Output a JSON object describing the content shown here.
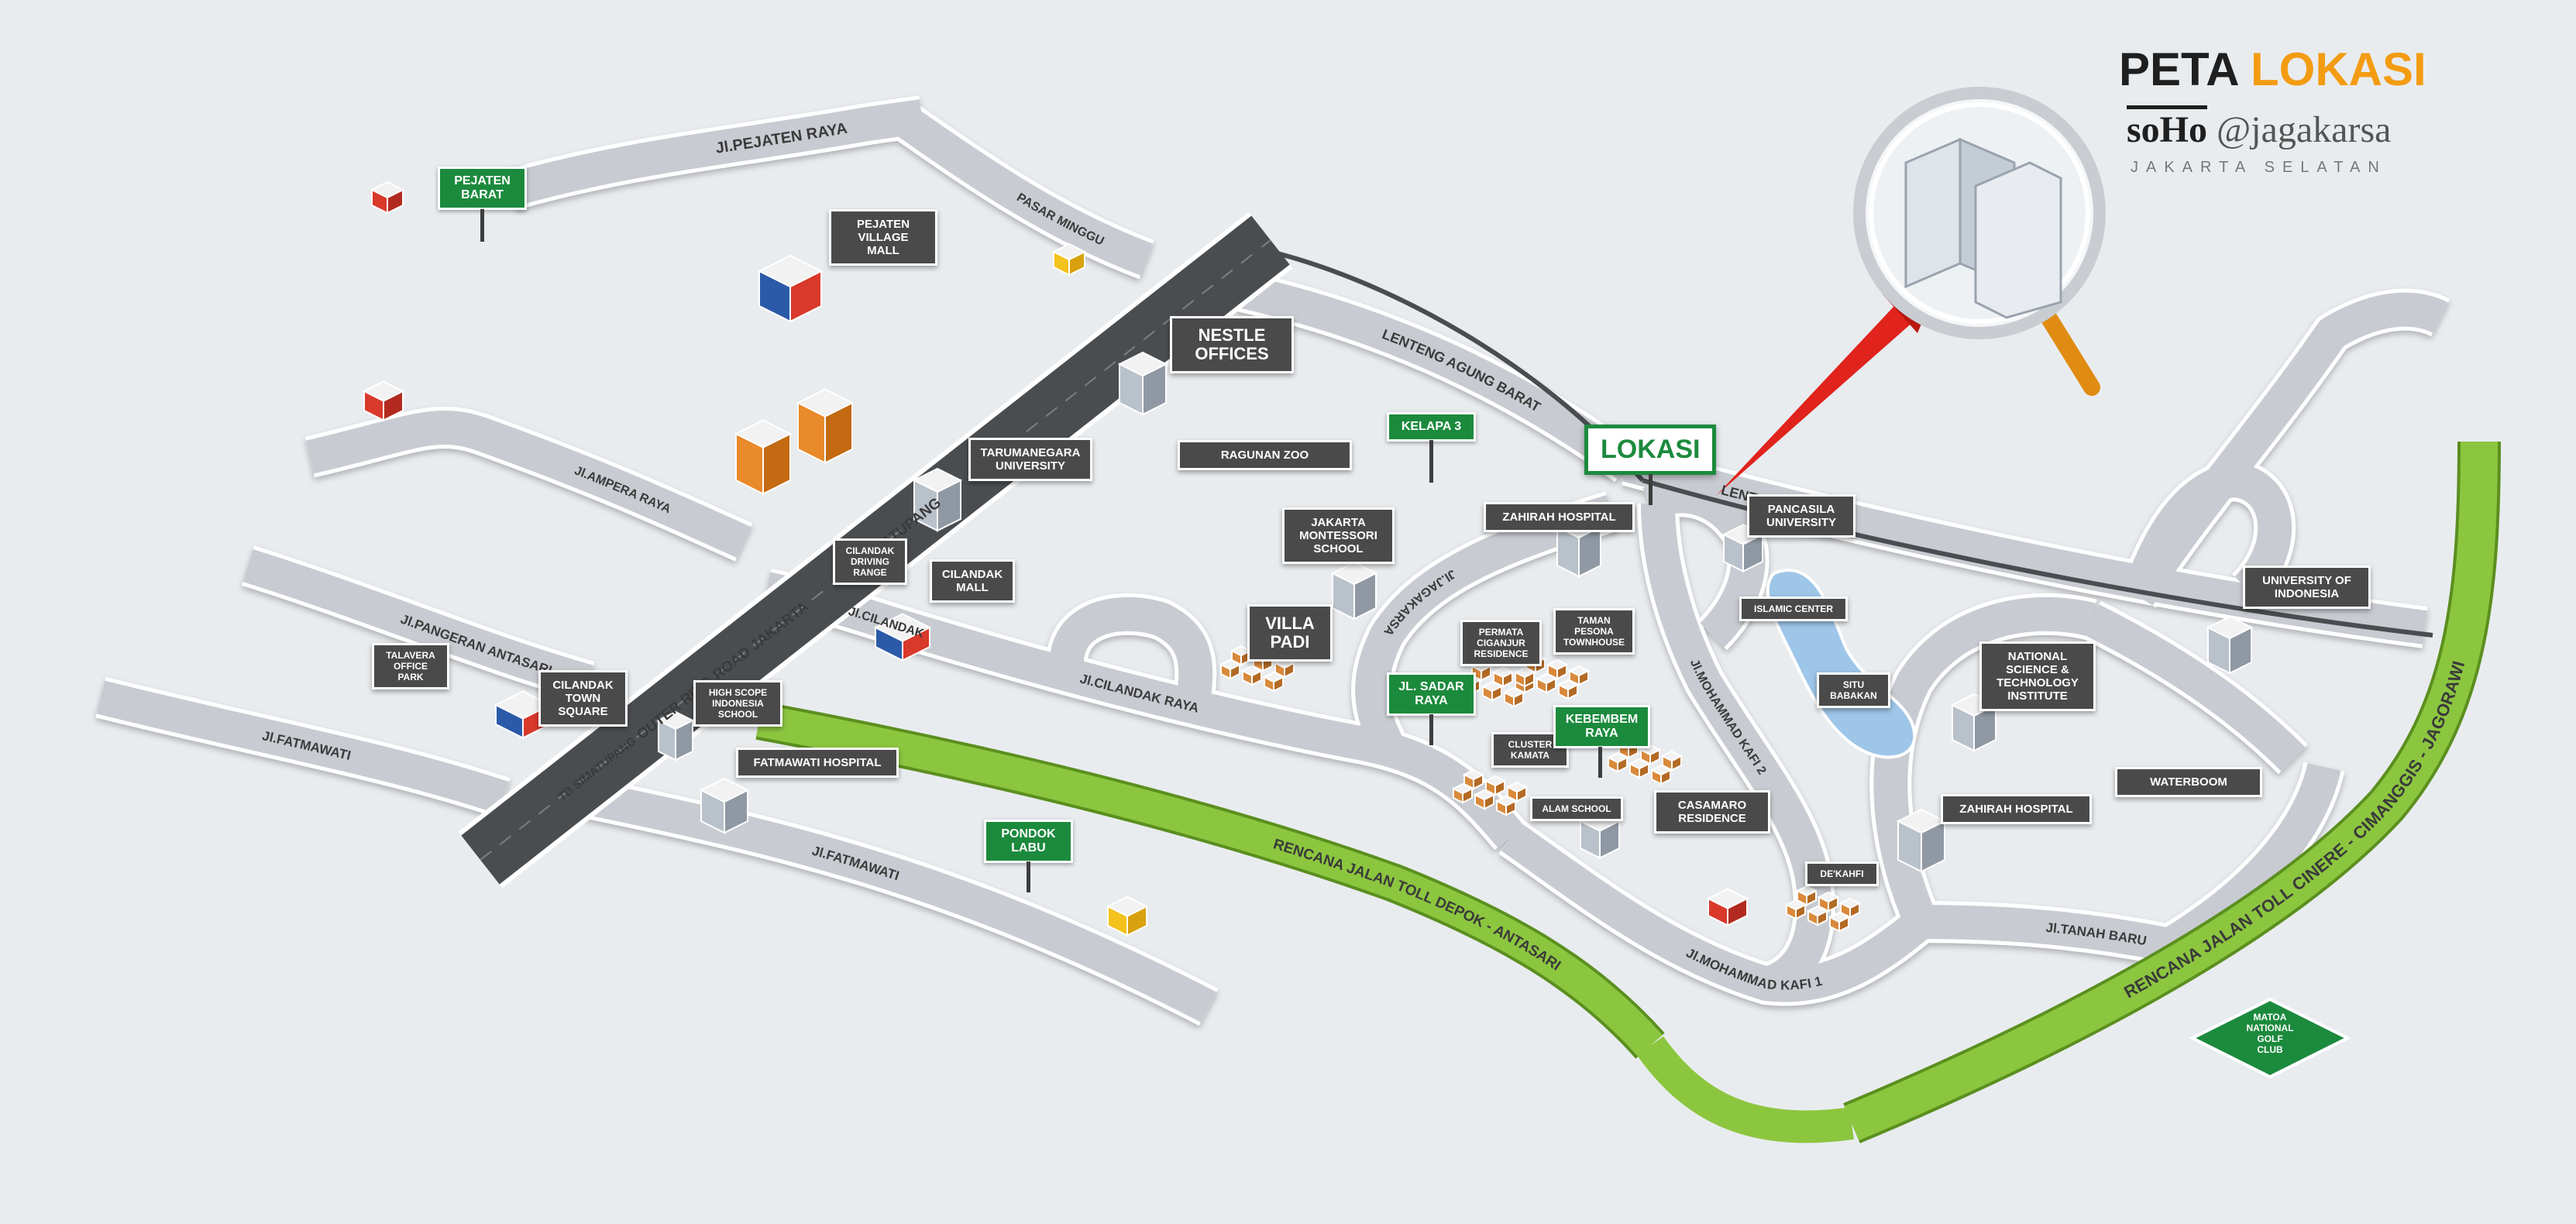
{
  "title": {
    "part1": "PETA",
    "part2": "LOKASI"
  },
  "brand": {
    "logo": "soHo",
    "handle": "@jagakarsa",
    "sub": "JAKARTA SELATAN"
  },
  "lokasi": "LOKASI",
  "colors": {
    "road": "#c8cbd1",
    "road_edge": "#ffffff",
    "toll": "#8cc63f",
    "toll_edge": "#5b8f1f",
    "highway": "#4a4d50",
    "label_bg": "#4a4a4a",
    "sign_green": "#1c8a3d",
    "pointer_red": "#e0231c",
    "title_orange": "#f39c12"
  },
  "roads": {
    "pejaten_raya": "Jl.PEJATEN RAYA",
    "pasar_minggu": "PASAR MINGGU",
    "lenteng_agung_barat": "LENTENG AGUNG BARAT",
    "lenteng_agung": "LENTENG AGUNG",
    "ampera_raya": "Jl.AMPERA RAYA",
    "outer_ring": "OUTER RING ROAD JAKARTA",
    "tb_simatupang_1": "TB SIMATUPANG",
    "tb_simatupang_2": "TB SIMATUPANG",
    "pangeran_antasari": "Jl.PANGERAN ANTASARI",
    "fatmawati_1": "Jl.FATMAWATI",
    "fatmawati_2": "Jl.FATMAWATI",
    "cilandak_kko": "Jl.CILANDAK KKO",
    "cilandak_raya": "Jl.CILANDAK RAYA",
    "jagakarsa": "Jl.JAGAKARSA",
    "mohammad_kafi_2": "Jl.MOHAMMAD KAFI 2",
    "mohammad_kafi_1": "Jl.MOHAMMAD KAFI 1",
    "tanah_baru": "Jl.TANAH BARU",
    "toll_depok": "RENCANA JALAN TOLL DEPOK - ANTASARI",
    "toll_cinere": "RENCANA JALAN TOLL CINERE - CIMANGGIS - JAGORAWI"
  },
  "places": {
    "pejaten_village_mall": "PEJATEN\nVILLAGE\nMALL",
    "nestle_offices": "NESTLE\nOFFICES",
    "tarumanegara_university": "TARUMANEGARA\nUNIVERSITY",
    "ragunan_zoo": "RAGUNAN ZOO",
    "cilandak_driving_range": "CILANDAK\nDRIVING\nRANGE",
    "cilandak_mall": "CILANDAK\nMALL",
    "jakarta_montessori_school": "JAKARTA\nMONTESSORI\nSCHOOL",
    "villa_padi": "VILLA\nPADI",
    "talavera_office_park": "TALAVERA\nOFFICE\nPARK",
    "cilandak_town_square": "CILANDAK\nTOWN\nSQUARE",
    "high_scope_school": "HIGH SCOPE\nINDONESIA\nSCHOOL",
    "fatmawati_hospital": "FATMAWATI HOSPITAL",
    "zahirah_hospital_1": "ZAHIRAH HOSPITAL",
    "permata_ciganjur": "PERMATA\nCIGANJUR\nRESIDENCE",
    "taman_pesona": "TAMAN\nPESONA\nTOWNHOUSE",
    "pancasila_university": "PANCASILA\nUNIVERSITY",
    "islamic_center": "ISLAMIC CENTER",
    "situ_babakan": "SITU\nBABAKAN",
    "cluster_kamata": "CLUSTER\nKAMATA",
    "alam_school": "ALAM SCHOOL",
    "casamaro_residence": "CASAMARO\nRESIDENCE",
    "dekahfi": "DE'KAHFI",
    "national_science": "NATIONAL\nSCIENCE &\nTECHNOLOGY\nINSTITUTE",
    "university_of_indonesia": "UNIVERSITY OF\nINDONESIA",
    "waterboom": "WATERBOOM",
    "zahirah_hospital_2": "ZAHIRAH HOSPITAL",
    "matoa_golf": "MATOA\nNATIONAL\nGOLF\nCLUB"
  },
  "signs": {
    "pejaten_barat": "PEJATEN\nBARAT",
    "kelapa_3": "KELAPA 3",
    "jl_sadar_raya": "JL. SADAR\nRAYA",
    "kebembem_raya": "KEBEMBEM\nRAYA",
    "pondok_labu": "PONDOK\nLABU"
  }
}
